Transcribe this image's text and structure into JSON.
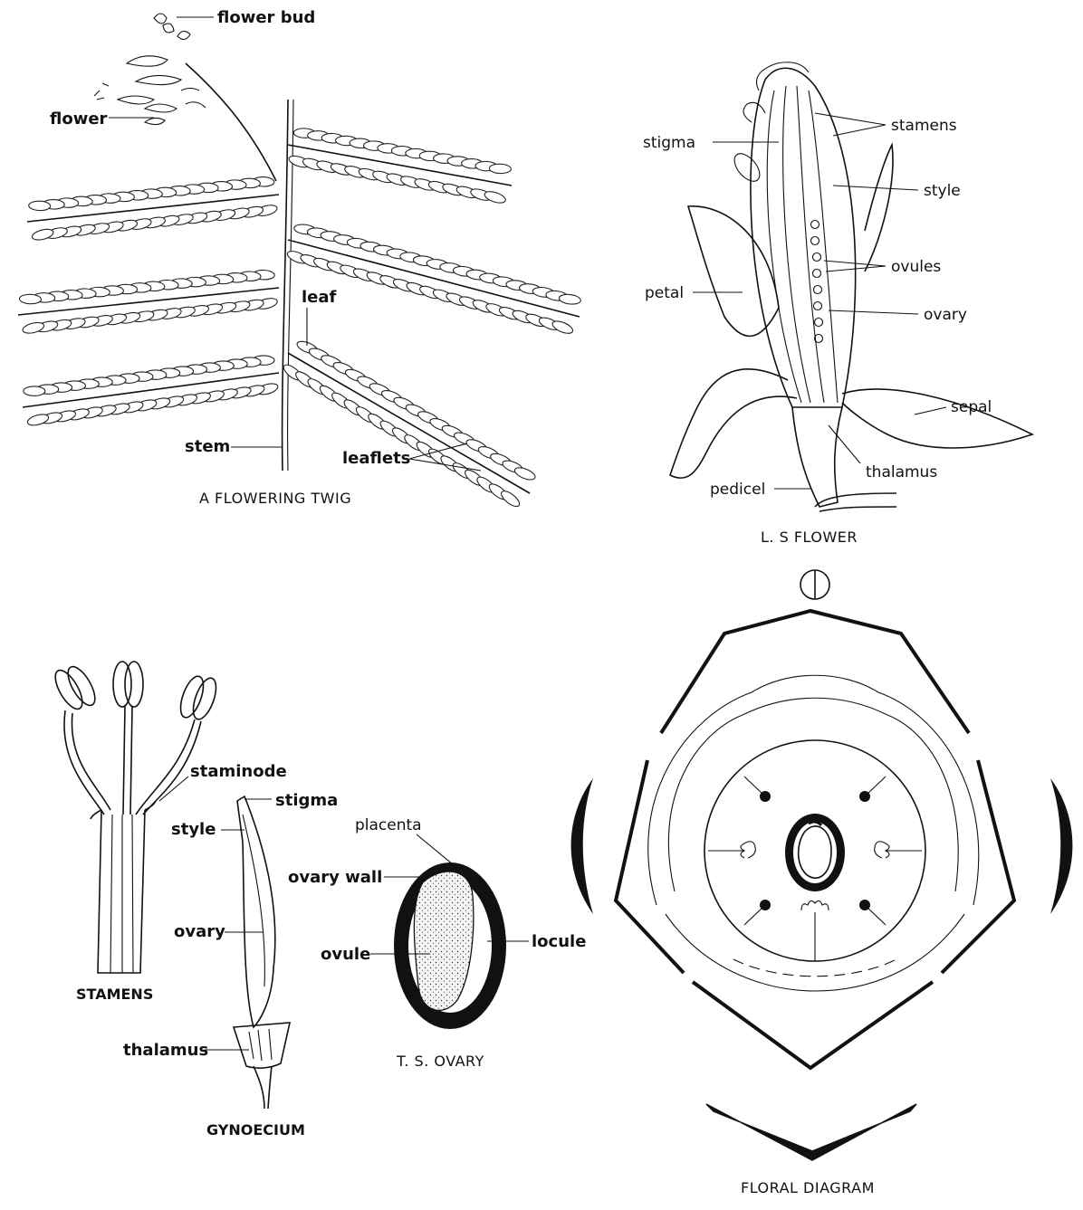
{
  "twig": {
    "caption": "A FLOWERING TWIG",
    "labels": {
      "flower_bud": "flower  bud",
      "flower": "flower",
      "leaf": "leaf",
      "stem": "stem",
      "leaflets": "leaflets"
    }
  },
  "ls_flower": {
    "caption": "L. S  FLOWER",
    "labels": {
      "stamens": "stamens",
      "stigma": "stigma",
      "style": "style",
      "ovules": "ovules",
      "petal": "petal",
      "ovary": "ovary",
      "sepal": "sepal",
      "thalamus": "thalamus",
      "pedicel": "pedicel"
    }
  },
  "stamens": {
    "caption": "STAMENS",
    "labels": {
      "staminode": "staminode"
    }
  },
  "gynoecium": {
    "caption": "GYNOECIUM",
    "labels": {
      "stigma": "stigma",
      "style": "style",
      "ovary": "ovary",
      "thalamus": "thalamus"
    }
  },
  "ts_ovary": {
    "caption": "T. S. OVARY",
    "labels": {
      "placenta": "placenta",
      "ovary_wall": "ovary wall",
      "ovule": "ovule",
      "locule": "locule"
    }
  },
  "floral_diagram": {
    "caption": "FLORAL DIAGRAM",
    "symbol": "zygomorphic-symbol"
  }
}
